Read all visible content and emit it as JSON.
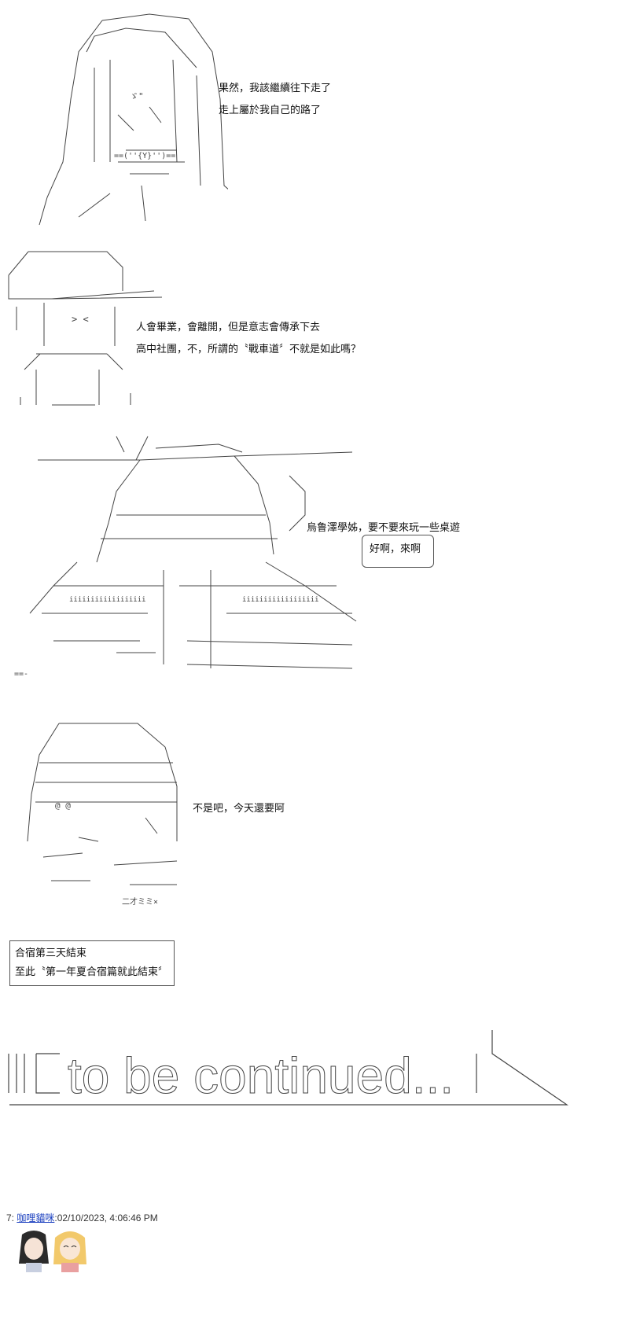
{
  "scene1": {
    "line1": "果然，我該繼續往下走了",
    "line2": "走上屬於我自己的路了"
  },
  "scene2": {
    "line1": "人會畢業，會離開，但是意志會傳承下去",
    "line2": "高中社團，不，所謂的〝戰車道〞不就是如此嗎？"
  },
  "scene3": {
    "line1": "烏鲁澤學姊，要不要來玩一些桌遊",
    "bubble": "好啊，來啊"
  },
  "scene4": {
    "line1": "不是吧，今天還要阿"
  },
  "ending_box": {
    "line1": "合宿第三天結束",
    "line2": "至此〝第一年夏合宿篇就此結束〞"
  },
  "banner": {
    "text": "to be continued..."
  },
  "post": {
    "number": "7:",
    "username": "咖哩貓咪",
    "timestamp": ":02/10/2023, 4:06:46 PM"
  },
  "colors": {
    "link": "#1a3fbf",
    "art": "#333333"
  }
}
